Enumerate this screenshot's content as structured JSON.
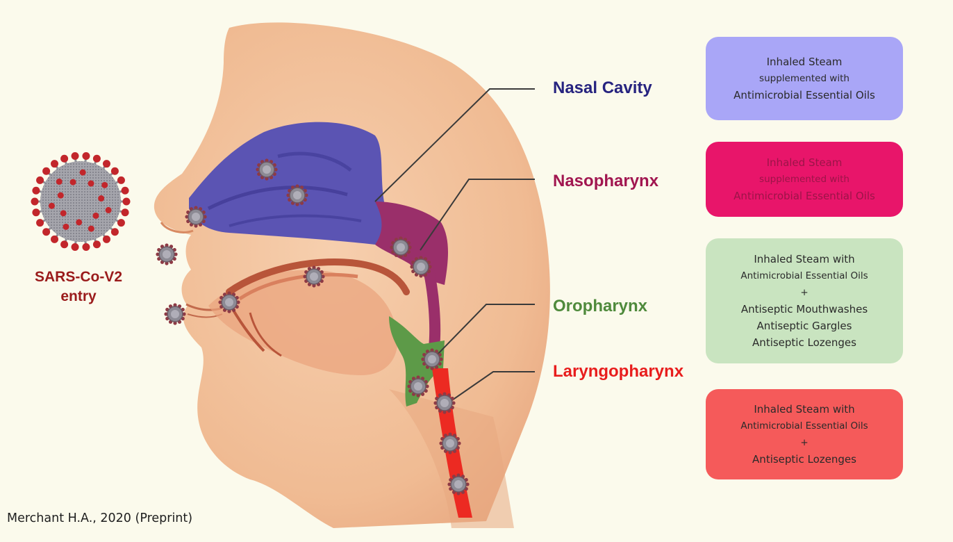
{
  "virus_label": {
    "line1": "SARS-Co-V2",
    "line2": "entry"
  },
  "regions": {
    "nasal_cavity": {
      "label": "Nasal Cavity",
      "color": "#26237f"
    },
    "nasopharynx": {
      "label": "Nasopharynx",
      "color": "#a11650"
    },
    "oropharynx": {
      "label": "Oropharynx",
      "color": "#4f8a3c"
    },
    "laryngopharynx": {
      "label": "Laryngopharynx",
      "color": "#e81d1d"
    }
  },
  "treatments": {
    "nasal_cavity": {
      "color": "#a9a6f7",
      "lines": [
        "Inhaled Steam",
        "supplemented with",
        "Antimicrobial Essential Oils"
      ]
    },
    "nasopharynx": {
      "color": "#e8156a",
      "lines": [
        "Inhaled Steam",
        "supplemented with",
        "Antimicrobial Essential Oils"
      ]
    },
    "oropharynx": {
      "color": "#c9e4c0",
      "lines": [
        "Inhaled Steam with",
        "Antimicrobial Essential Oils",
        "+",
        "Antiseptic Mouthwashes",
        "Antiseptic Gargles",
        "Antiseptic Lozenges"
      ]
    },
    "laryngopharynx": {
      "color": "#f55a5a",
      "lines": [
        "Inhaled Steam with",
        "Antimicrobial Essential Oils",
        "+",
        "Antiseptic Lozenges"
      ]
    }
  },
  "credit": "Merchant H.A., 2020 (Preprint)",
  "colors": {
    "background": "#fbfaec",
    "skin": "#f2c39e",
    "skin_shadow": "#e09a72",
    "leader_line": "#3a3a3a",
    "virus_body": "#9a9aa2",
    "virus_spike": "#c2262b"
  }
}
